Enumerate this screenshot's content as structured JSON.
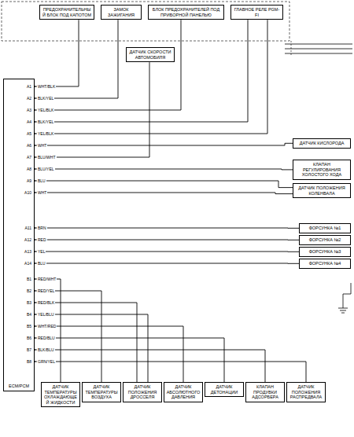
{
  "diagram": {
    "nodes": [
      {
        "text": [
          "ECM/PCM"
        ]
      },
      {
        "text": [
          "ПРЕДОХРАНИТЕЛЬНЫЙ БЛОК ПОД КАПОТОМ"
        ]
      },
      {
        "text": [
          "ЗАМОК ЗАЖИГАНИЯ"
        ]
      },
      {
        "text": [
          "БЛОК ПРЕДОХРАНИТЕЛЕЙ ПОД ПРИБОРНОЙ ПАНЕЛЬЮ"
        ]
      },
      {
        "text": [
          "ГЛАВНОЕ РЕЛЕ PGM-FI"
        ]
      },
      {
        "text": [
          "ДАТЧИК КИСЛОРОДА"
        ]
      },
      {
        "text": [
          "КЛАПАН РЕГУЛИРОВАНИЯ ХОЛОСТОГО ХОДА"
        ]
      },
      {
        "text": [
          "ДАТЧИК ПОЛОЖЕНИЯ КОЛЕНВАЛА"
        ]
      },
      {
        "text": [
          "ФОРСУНКА №1"
        ]
      },
      {
        "text": [
          "ФОРСУНКА №2"
        ]
      },
      {
        "text": [
          "ФОРСУНКА №3"
        ]
      },
      {
        "text": [
          "ФОРСУНКА №4"
        ]
      },
      {
        "text": [
          "ДАТЧИК СКОРОСТИ АВТОМОБИЛЯ"
        ]
      },
      {
        "text": [
          "ДАТЧИК ТЕМПЕРАТУРЫ ОХЛАЖДАЮЩЕЙ ЖИДКОСТИ"
        ]
      },
      {
        "text": [
          "ДАТЧИК ТЕМПЕРАТУРЫ ВОЗДУХА"
        ]
      },
      {
        "text": [
          "ДАТЧИК ПОЛОЖЕНИЯ ДРОССЕЛЯ"
        ]
      },
      {
        "text": [
          "ДАТЧИК АБСОЛЮТНОГО ДАВЛЕНИЯ"
        ]
      },
      {
        "text": [
          "ДАТЧИК ДЕТОНАЦИИ"
        ]
      },
      {
        "text": [
          "КЛАПАН ПРОДУВКИ АДСОРБЕРА"
        ]
      },
      {
        "text": [
          "ДАТЧИК ПОЛОЖЕНИЯ РАСПРЕДВАЛА"
        ]
      }
    ],
    "edges": [
      {
        "from": 0,
        "to": 1,
        "arrow": "none",
        "label": "WHT/BLK"
      },
      {
        "from": 0,
        "to": 2,
        "arrow": "none",
        "label": "BLK/YEL"
      },
      {
        "from": 0,
        "to": 3,
        "arrow": "none",
        "label": "YEL/BLK"
      },
      {
        "from": 0,
        "to": 4,
        "arrow": "none",
        "label": "BLK/YEL"
      },
      {
        "from": 0,
        "to": 4,
        "arrow": "none",
        "label": "YEL/BLK"
      },
      {
        "from": 0,
        "to": 5,
        "arrow": "none",
        "label": "WHT"
      },
      {
        "from": 0,
        "to": 12,
        "arrow": "none",
        "label": "BLU/WHT"
      },
      {
        "from": 0,
        "to": 6,
        "arrow": "none",
        "label": "BLU/YEL"
      },
      {
        "from": 0,
        "to": 7,
        "arrow": "none",
        "label": "BLU"
      },
      {
        "from": 0,
        "to": 7,
        "arrow": "none",
        "label": "WHT"
      },
      {
        "from": 0,
        "to": 8,
        "arrow": "none",
        "label": "BRN"
      },
      {
        "from": 0,
        "to": 9,
        "arrow": "none",
        "label": "RED"
      },
      {
        "from": 0,
        "to": 10,
        "arrow": "none",
        "label": "YEL"
      },
      {
        "from": 0,
        "to": 11,
        "arrow": "none",
        "label": "BLU"
      },
      {
        "from": 0,
        "to": 13,
        "arrow": "none",
        "label": "RED/WHT"
      },
      {
        "from": 0,
        "to": 14,
        "arrow": "none",
        "label": "RED/YEL"
      },
      {
        "from": 0,
        "to": 15,
        "arrow": "none",
        "label": "RED/BLK"
      },
      {
        "from": 0,
        "to": 15,
        "arrow": "none",
        "label": "YEL/BLU"
      },
      {
        "from": 0,
        "to": 16,
        "arrow": "none",
        "label": "WHT/RED"
      },
      {
        "from": 0,
        "to": 17,
        "arrow": "none",
        "label": "RED/BLU"
      },
      {
        "from": 0,
        "to": 18,
        "arrow": "none",
        "label": "BLK/BLU"
      },
      {
        "from": 0,
        "to": 19,
        "arrow": "none",
        "label": "GRN/YEL"
      }
    ],
    "labels": [
      "A1",
      "A2",
      "A3",
      "A4",
      "A5",
      "A6",
      "A7",
      "A8",
      "A9",
      "A10",
      "A11",
      "A12",
      "A13",
      "A14",
      "B1",
      "B2",
      "B3",
      "B4",
      "B5",
      "B6",
      "B7",
      "B8"
    ]
  }
}
